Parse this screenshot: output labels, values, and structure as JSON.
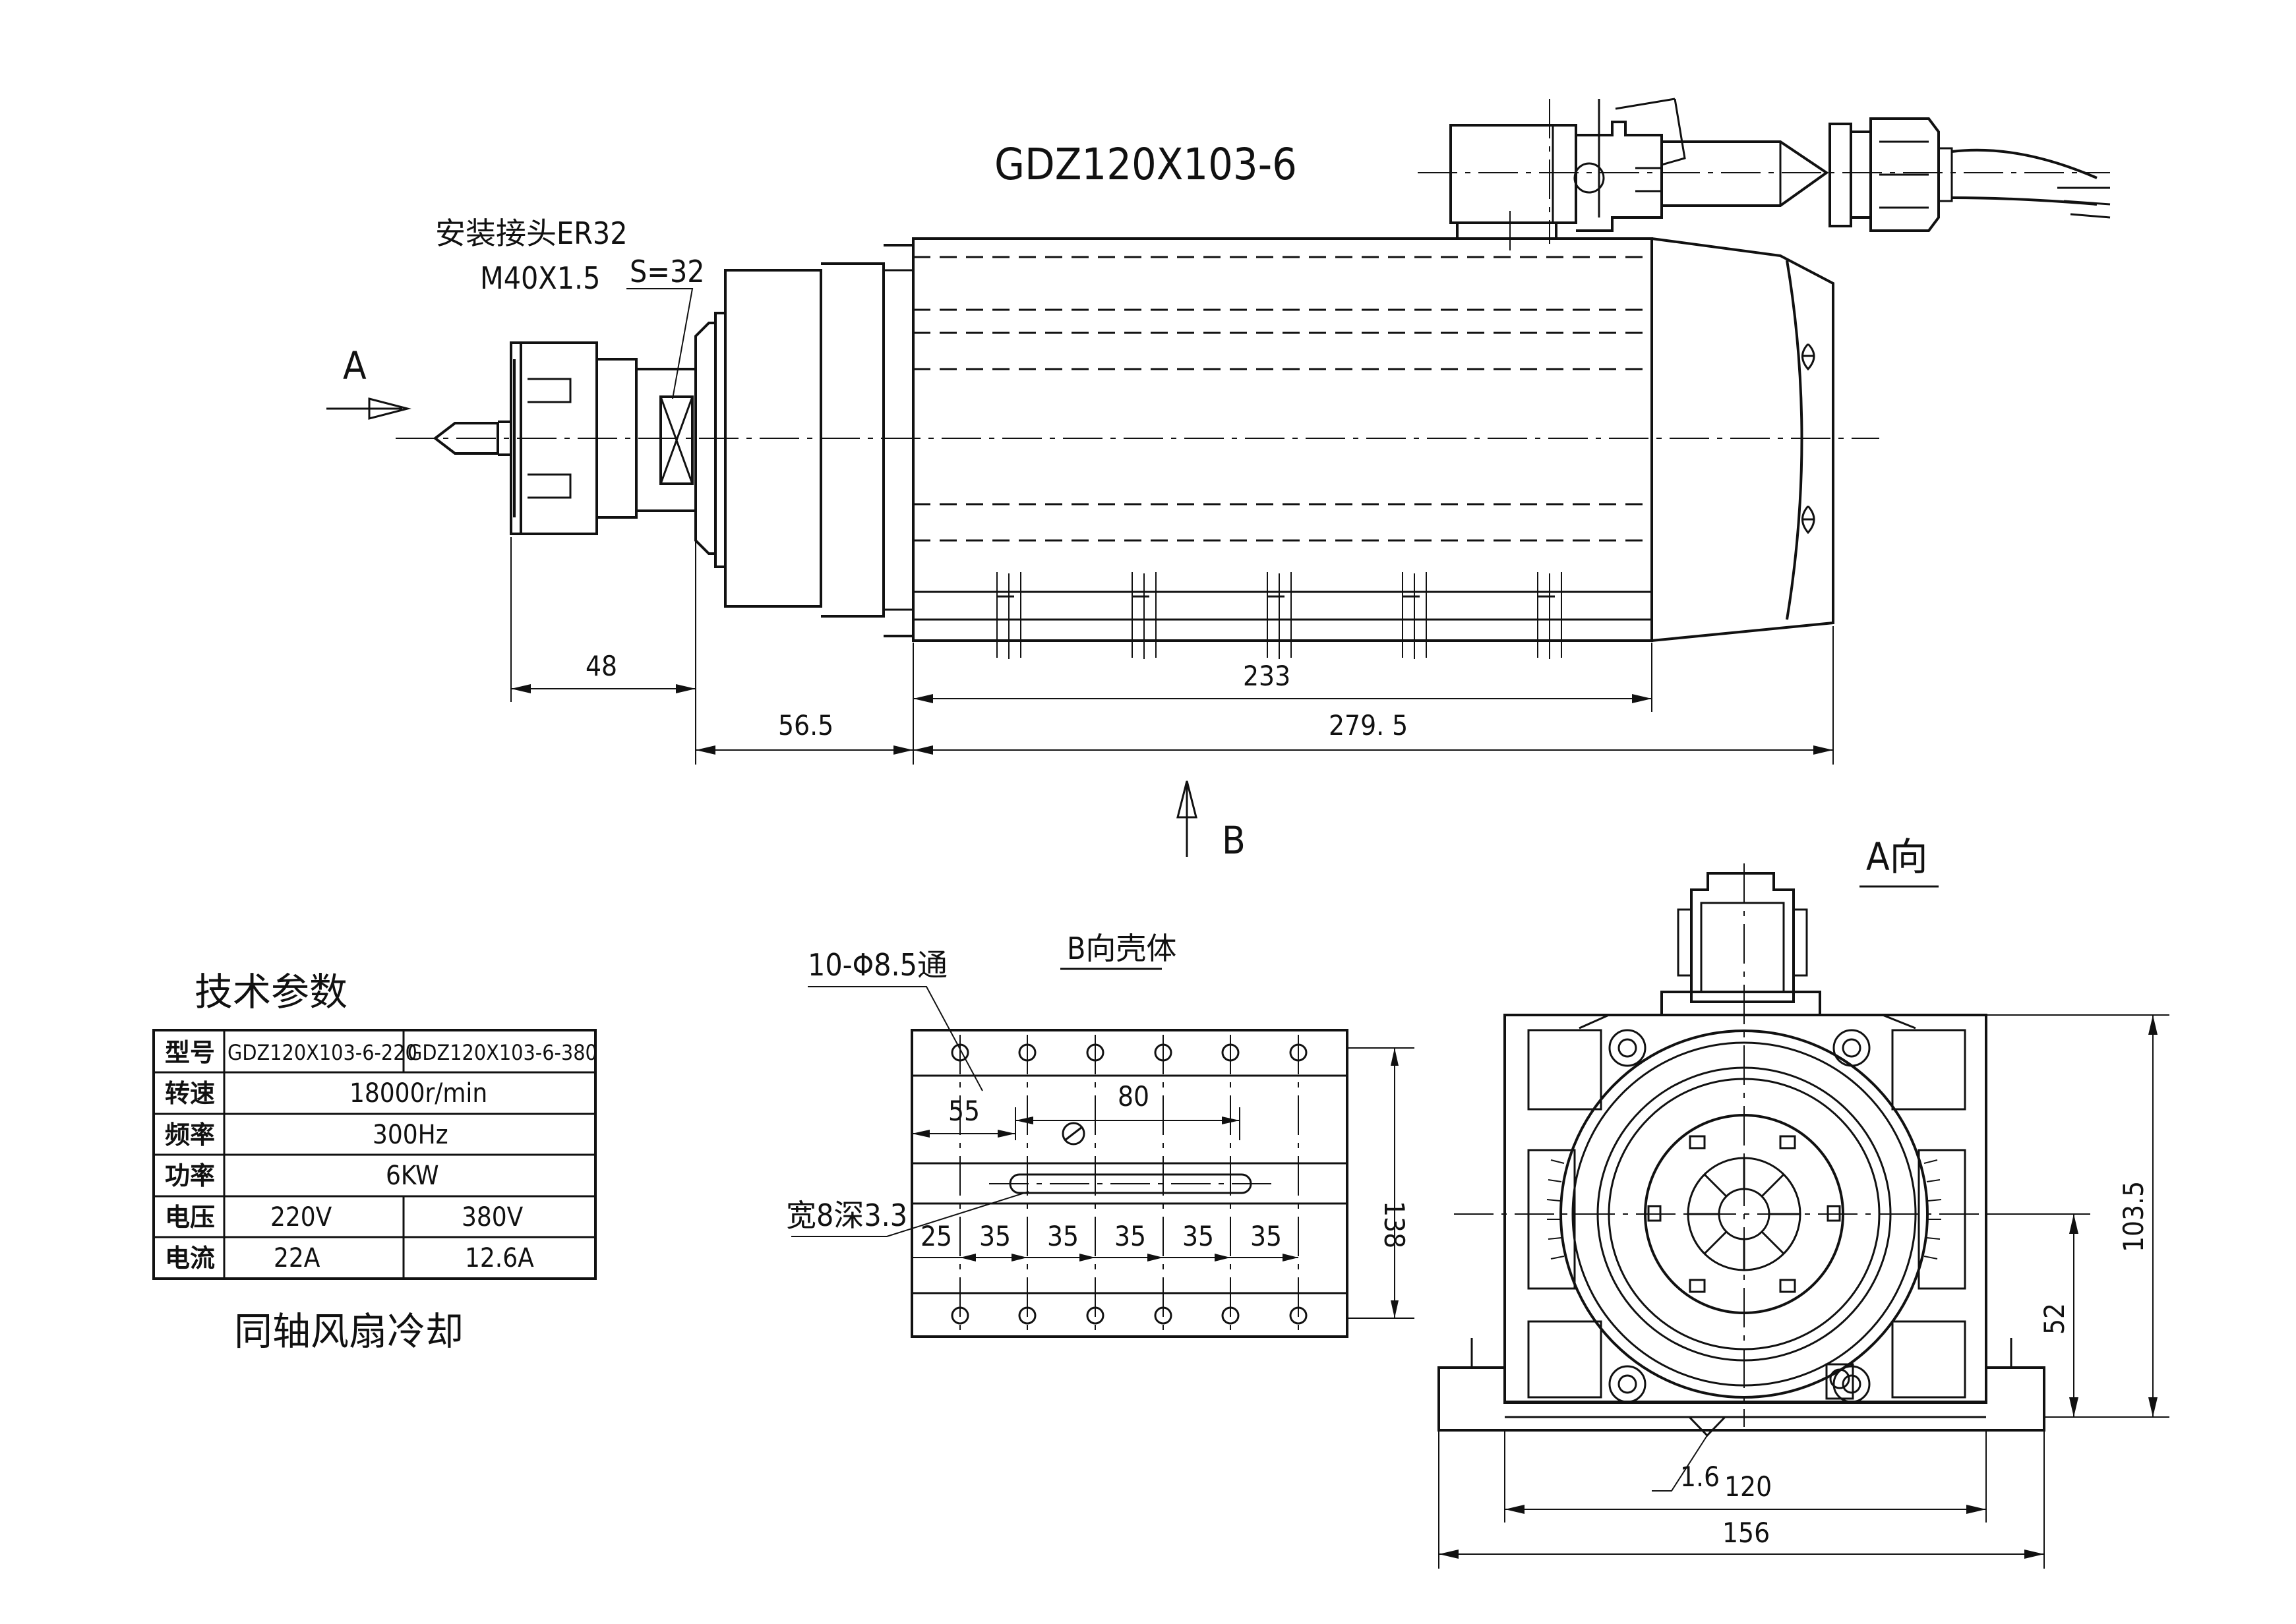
{
  "drawing": {
    "model_title": "GDZ120X103-6",
    "collet_label": "安装接头ER32",
    "thread_label": "M40X1.5",
    "wrench_label": "S=32",
    "view_arrow_a": "A",
    "view_arrow_b": "B",
    "view_a_title": "A向",
    "view_b_title": "B向壳体",
    "hole_note": "10-Φ8.5通",
    "slot_note": "宽8深3.3",
    "cooling_note": "同轴风扇冷却"
  },
  "side_view_dims": {
    "d48": "48",
    "d56_5": "56.5",
    "d233": "233",
    "d279_5": "279. 5"
  },
  "b_view_dims": {
    "d55": "55",
    "d80": "80",
    "d138": "138",
    "d25": "25",
    "pitch": [
      "35",
      "35",
      "35",
      "35",
      "35"
    ]
  },
  "a_view_dims": {
    "d103_5": "103.5",
    "d52": "52",
    "d120": "120",
    "d156": "156",
    "d1_6": "1.6"
  },
  "spec_table": {
    "title": "技术参数",
    "header": [
      "型号",
      "GDZ120X103-6-220",
      "GDZ120X103-6-380"
    ],
    "rows": [
      {
        "label": "转速",
        "value": "18000r/min"
      },
      {
        "label": "频率",
        "value": "300Hz"
      },
      {
        "label": "功率",
        "value": "6KW"
      },
      {
        "label": "电压",
        "v220": "220V",
        "v380": "380V"
      },
      {
        "label": "电流",
        "v220": "22A",
        "v380": "12.6A"
      }
    ]
  }
}
